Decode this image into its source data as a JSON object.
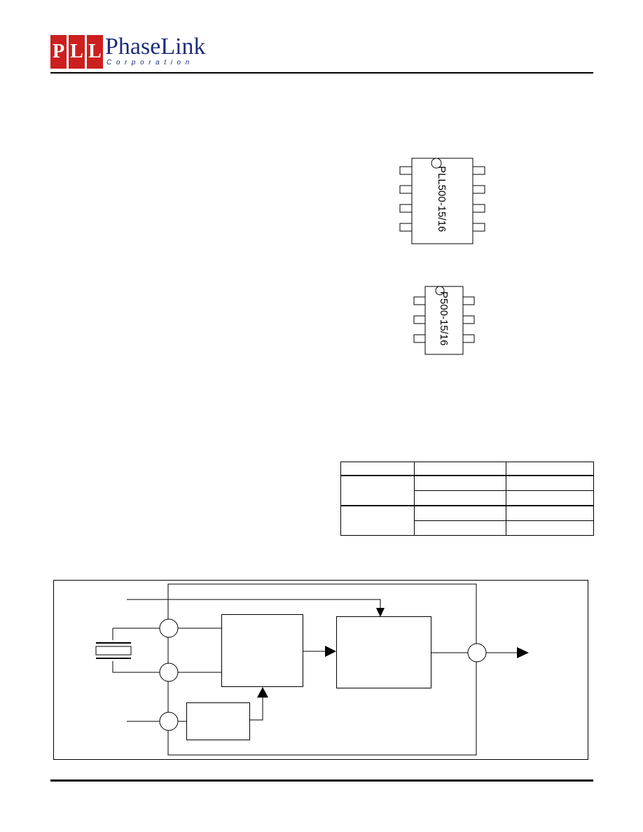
{
  "header": {
    "logo_letters": [
      "P",
      "L",
      "L"
    ],
    "brand_name": "PhaseLink",
    "brand_subtitle": "Corporation"
  },
  "packages": [
    {
      "marking": "PLL500-15/16",
      "pins_per_side": 4
    },
    {
      "marking": "P500-15/16",
      "pins_per_side": 3
    }
  ],
  "selection_table": {
    "headers": [
      "",
      "",
      ""
    ],
    "rows": [
      [
        "",
        "",
        ""
      ],
      [
        "",
        ""
      ],
      [
        "",
        "",
        ""
      ],
      [
        "",
        ""
      ]
    ]
  },
  "colors": {
    "logo_red": "#cc1f1f",
    "logo_blue": "#1f2d7a"
  }
}
